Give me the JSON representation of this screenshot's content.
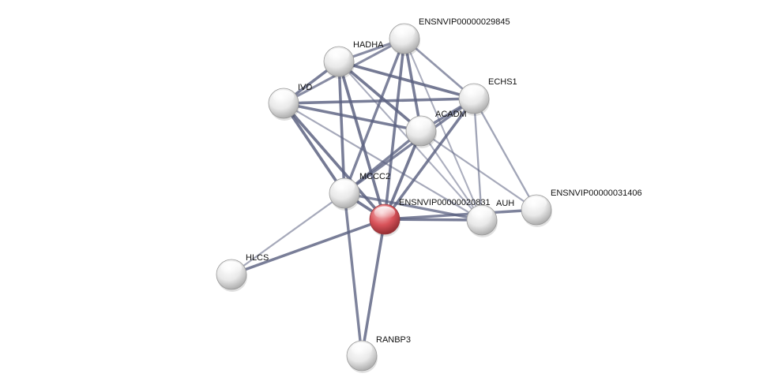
{
  "network": {
    "query_node": "ENSNVIP00000020831",
    "colors": {
      "edge": "#5a6080",
      "node": "#e9e9e9",
      "query_node": "#d9535a"
    },
    "nodes": [
      {
        "id": "ENSNVIP00000020831",
        "label": "ENSNVIP00000020831"
      },
      {
        "id": "MCCC2",
        "label": "MCCC2"
      },
      {
        "id": "AUH",
        "label": "AUH"
      },
      {
        "id": "ENSNVIP00000031406",
        "label": "ENSNVIP00000031406"
      },
      {
        "id": "HLCS",
        "label": "HLCS"
      },
      {
        "id": "RANBP3",
        "label": "RANBP3"
      },
      {
        "id": "ACADM",
        "label": "ACADM"
      },
      {
        "id": "ECHS1",
        "label": "ECHS1"
      },
      {
        "id": "IVD",
        "label": "IVD"
      },
      {
        "id": "HADHA",
        "label": "HADHA"
      },
      {
        "id": "ENSNVIP00000029845",
        "label": "ENSNVIP00000029845"
      }
    ],
    "edges": [
      {
        "source": "ENSNVIP00000020831",
        "target": "MCCC2",
        "strength": 0.9
      },
      {
        "source": "ENSNVIP00000020831",
        "target": "AUH",
        "strength": 0.85
      },
      {
        "source": "ENSNVIP00000020831",
        "target": "ENSNVIP00000031406",
        "strength": 0.8
      },
      {
        "source": "ENSNVIP00000020831",
        "target": "HLCS",
        "strength": 0.85
      },
      {
        "source": "ENSNVIP00000020831",
        "target": "RANBP3",
        "strength": 0.85
      },
      {
        "source": "ENSNVIP00000020831",
        "target": "ACADM",
        "strength": 0.9
      },
      {
        "source": "ENSNVIP00000020831",
        "target": "ECHS1",
        "strength": 0.85
      },
      {
        "source": "ENSNVIP00000020831",
        "target": "IVD",
        "strength": 0.9
      },
      {
        "source": "ENSNVIP00000020831",
        "target": "HADHA",
        "strength": 0.9
      },
      {
        "source": "ENSNVIP00000020831",
        "target": "ENSNVIP00000029845",
        "strength": 0.85
      },
      {
        "source": "MCCC2",
        "target": "AUH",
        "strength": 0.75
      },
      {
        "source": "MCCC2",
        "target": "HLCS",
        "strength": 0.4
      },
      {
        "source": "MCCC2",
        "target": "RANBP3",
        "strength": 0.8
      },
      {
        "source": "MCCC2",
        "target": "ACADM",
        "strength": 0.8
      },
      {
        "source": "MCCC2",
        "target": "ECHS1",
        "strength": 0.8
      },
      {
        "source": "MCCC2",
        "target": "IVD",
        "strength": 0.9
      },
      {
        "source": "MCCC2",
        "target": "HADHA",
        "strength": 0.85
      },
      {
        "source": "MCCC2",
        "target": "ENSNVIP00000029845",
        "strength": 0.8
      },
      {
        "source": "ACADM",
        "target": "AUH",
        "strength": 0.35
      },
      {
        "source": "ACADM",
        "target": "ENSNVIP00000031406",
        "strength": 0.4
      },
      {
        "source": "ACADM",
        "target": "ECHS1",
        "strength": 0.8
      },
      {
        "source": "ACADM",
        "target": "IVD",
        "strength": 0.85
      },
      {
        "source": "ACADM",
        "target": "HADHA",
        "strength": 0.9
      },
      {
        "source": "ACADM",
        "target": "ENSNVIP00000029845",
        "strength": 0.85
      },
      {
        "source": "ECHS1",
        "target": "AUH",
        "strength": 0.45
      },
      {
        "source": "ECHS1",
        "target": "ENSNVIP00000031406",
        "strength": 0.45
      },
      {
        "source": "ECHS1",
        "target": "IVD",
        "strength": 0.85
      },
      {
        "source": "ECHS1",
        "target": "HADHA",
        "strength": 0.9
      },
      {
        "source": "ECHS1",
        "target": "ENSNVIP00000029845",
        "strength": 0.6
      },
      {
        "source": "IVD",
        "target": "HADHA",
        "strength": 0.85
      },
      {
        "source": "IVD",
        "target": "ENSNVIP00000029845",
        "strength": 0.7
      },
      {
        "source": "IVD",
        "target": "AUH",
        "strength": 0.4
      },
      {
        "source": "HADHA",
        "target": "ENSNVIP00000029845",
        "strength": 0.7
      },
      {
        "source": "HADHA",
        "target": "AUH",
        "strength": 0.35
      },
      {
        "source": "ENSNVIP00000029845",
        "target": "AUH",
        "strength": 0.35
      }
    ]
  }
}
